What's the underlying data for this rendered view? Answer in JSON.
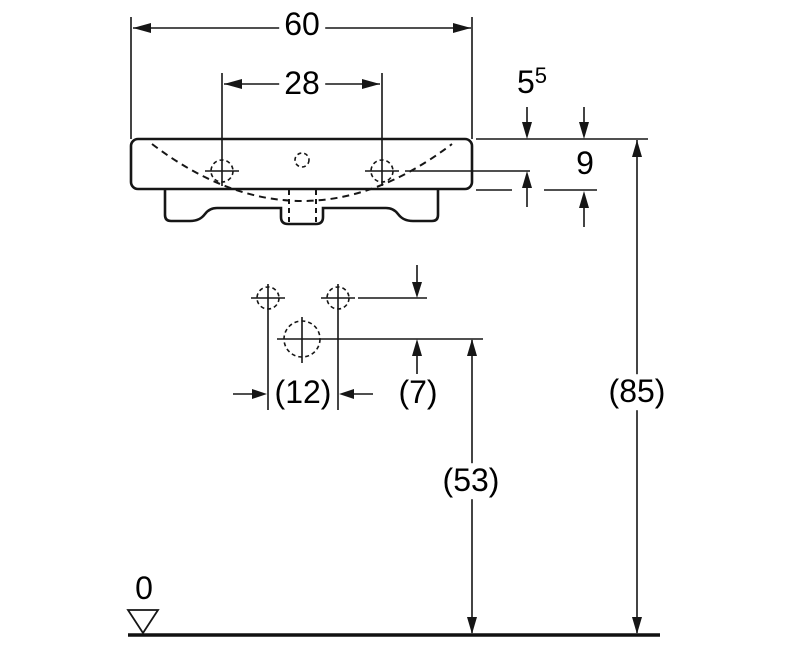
{
  "colors": {
    "ink": "#161616",
    "background": "#ffffff"
  },
  "dimensions": {
    "overall_width": "60",
    "tap_hole_spacing": "28",
    "rim_to_tap_axis_base": "5",
    "rim_to_tap_axis_sup": "5",
    "front_apron_height": "9",
    "fixing_hole_spacing": "(12)",
    "tap_axis_to_drain_offset": "(7)",
    "drain_connection_height": "(53)",
    "rim_top_height": "(85)",
    "floor_datum": "0"
  }
}
